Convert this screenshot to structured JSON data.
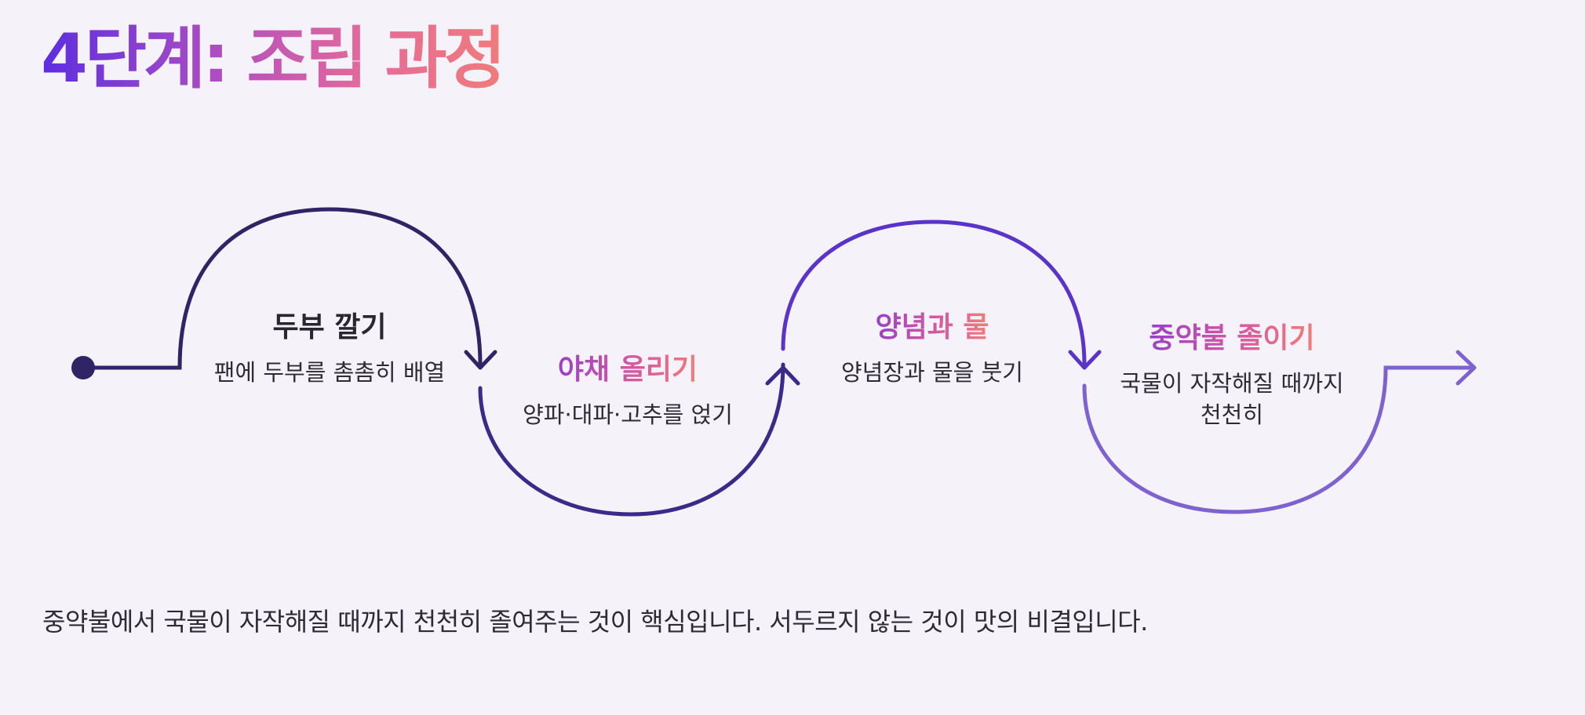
{
  "title": "4단계: 조립 과정",
  "steps": [
    {
      "title": "두부 깔기",
      "desc": "팬에 두부를 촘촘히 배열"
    },
    {
      "title": "야채 올리기",
      "desc": "양파·대파·고추를 얹기"
    },
    {
      "title": "양념과 물",
      "desc": "양념장과 물을 붓기"
    },
    {
      "title": "중약불 졸이기",
      "desc": "국물이 자작해질 때까지 천천히"
    }
  ],
  "footer": "중약불에서 국물이 자작해질 때까지 천천히 졸여주는 것이 핵심입니다. 서두르지 않는 것이 맛의 비결입니다.",
  "colors": {
    "path_start": "#2e2466",
    "path_mid": "#5a34c8",
    "path_end": "#7d62d0",
    "title_gradient": [
      "#5b2ee0",
      "#b24fc0",
      "#e56a9a",
      "#ef7c7c"
    ]
  }
}
